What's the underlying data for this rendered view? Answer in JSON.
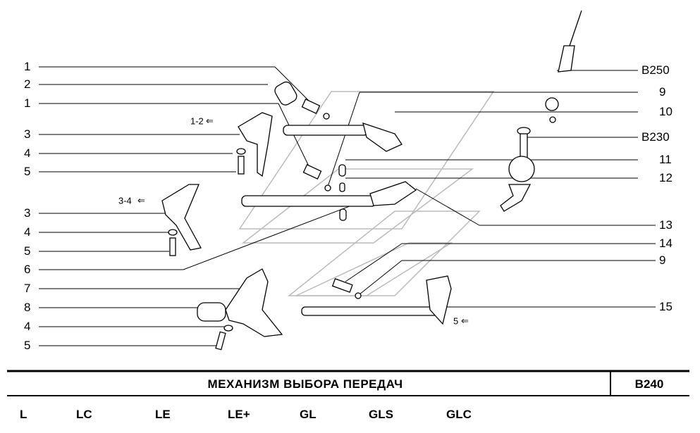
{
  "diagram": {
    "left_callouts": [
      "1",
      "2",
      "1",
      "3",
      "4",
      "5",
      "3",
      "4",
      "5",
      "6",
      "7",
      "8",
      "4",
      "5"
    ],
    "right_callouts": [
      "B250",
      "9",
      "10",
      "B230",
      "11",
      "12",
      "13",
      "14",
      "9",
      "15"
    ],
    "gear_marks": [
      "1-2",
      "3-4",
      "5"
    ]
  },
  "footer": {
    "title": "МЕХАНИЗМ ВЫБОРА ПЕРЕДАЧ",
    "code": "B240",
    "variants": [
      "L",
      "LC",
      "LE",
      "LE+",
      "GL",
      "GLS",
      "GLC"
    ]
  }
}
